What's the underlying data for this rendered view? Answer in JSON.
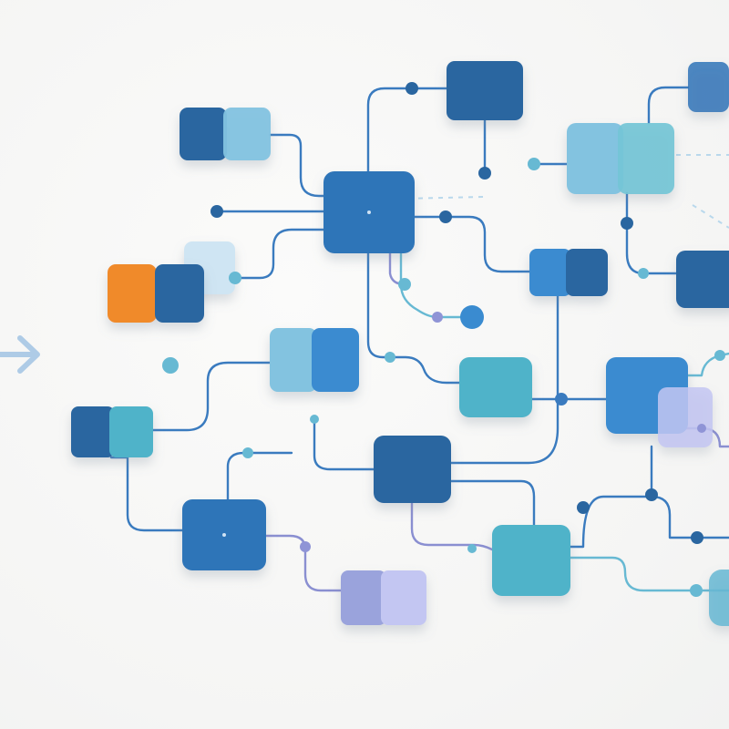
{
  "title": "",
  "palette": {
    "navy": "#2a66a0",
    "blue": "#2f74b8",
    "bright_blue": "#3a8bd0",
    "sky": "#83c3e0",
    "pale_sky": "#cfe5f3",
    "teal": "#4fb3c9",
    "light_teal": "#74c5d6",
    "lavender": "#9aa3dc",
    "pale_lavender": "#c3c6f2",
    "orange": "#f08a2c",
    "dot_teal": "#67b9d3",
    "dot_lavender": "#8f94d6",
    "line_blue": "#3a7bbf",
    "line_lavender": "#8a8fd1",
    "arrow": "#aecbe6"
  },
  "entry_arrow": {
    "icon": "arrow-right-icon",
    "color_key": "arrow"
  },
  "nodes": [
    {
      "id": "n1",
      "kind": "pair",
      "colors": [
        "navy",
        "sky"
      ]
    },
    {
      "id": "n2",
      "kind": "pair",
      "colors": [
        "navy",
        "navy"
      ]
    },
    {
      "id": "hub",
      "kind": "block",
      "colors": [
        "blue"
      ]
    },
    {
      "id": "n4",
      "kind": "pair",
      "colors": [
        "orange",
        "navy"
      ]
    },
    {
      "id": "n5",
      "kind": "pair",
      "colors": [
        "sky",
        "light_teal"
      ]
    },
    {
      "id": "n6",
      "kind": "pair",
      "colors": [
        "sky",
        "bright_blue"
      ]
    },
    {
      "id": "n7",
      "kind": "pair",
      "colors": [
        "navy",
        "teal"
      ]
    },
    {
      "id": "n8",
      "kind": "block",
      "colors": [
        "teal"
      ]
    },
    {
      "id": "n9",
      "kind": "pair",
      "colors": [
        "bright_blue",
        "navy"
      ]
    },
    {
      "id": "n10",
      "kind": "block",
      "colors": [
        "navy"
      ]
    },
    {
      "id": "n11",
      "kind": "block",
      "colors": [
        "blue"
      ]
    },
    {
      "id": "n12",
      "kind": "block",
      "colors": [
        "navy"
      ]
    },
    {
      "id": "n13",
      "kind": "pair",
      "colors": [
        "lavender",
        "pale_lavender"
      ]
    },
    {
      "id": "n14",
      "kind": "block",
      "colors": [
        "teal"
      ]
    },
    {
      "id": "n15",
      "kind": "block",
      "colors": [
        "blue"
      ]
    },
    {
      "id": "n16",
      "kind": "block",
      "colors": [
        "navy"
      ]
    }
  ],
  "connector_count": 24,
  "junction_dot_count": 24
}
